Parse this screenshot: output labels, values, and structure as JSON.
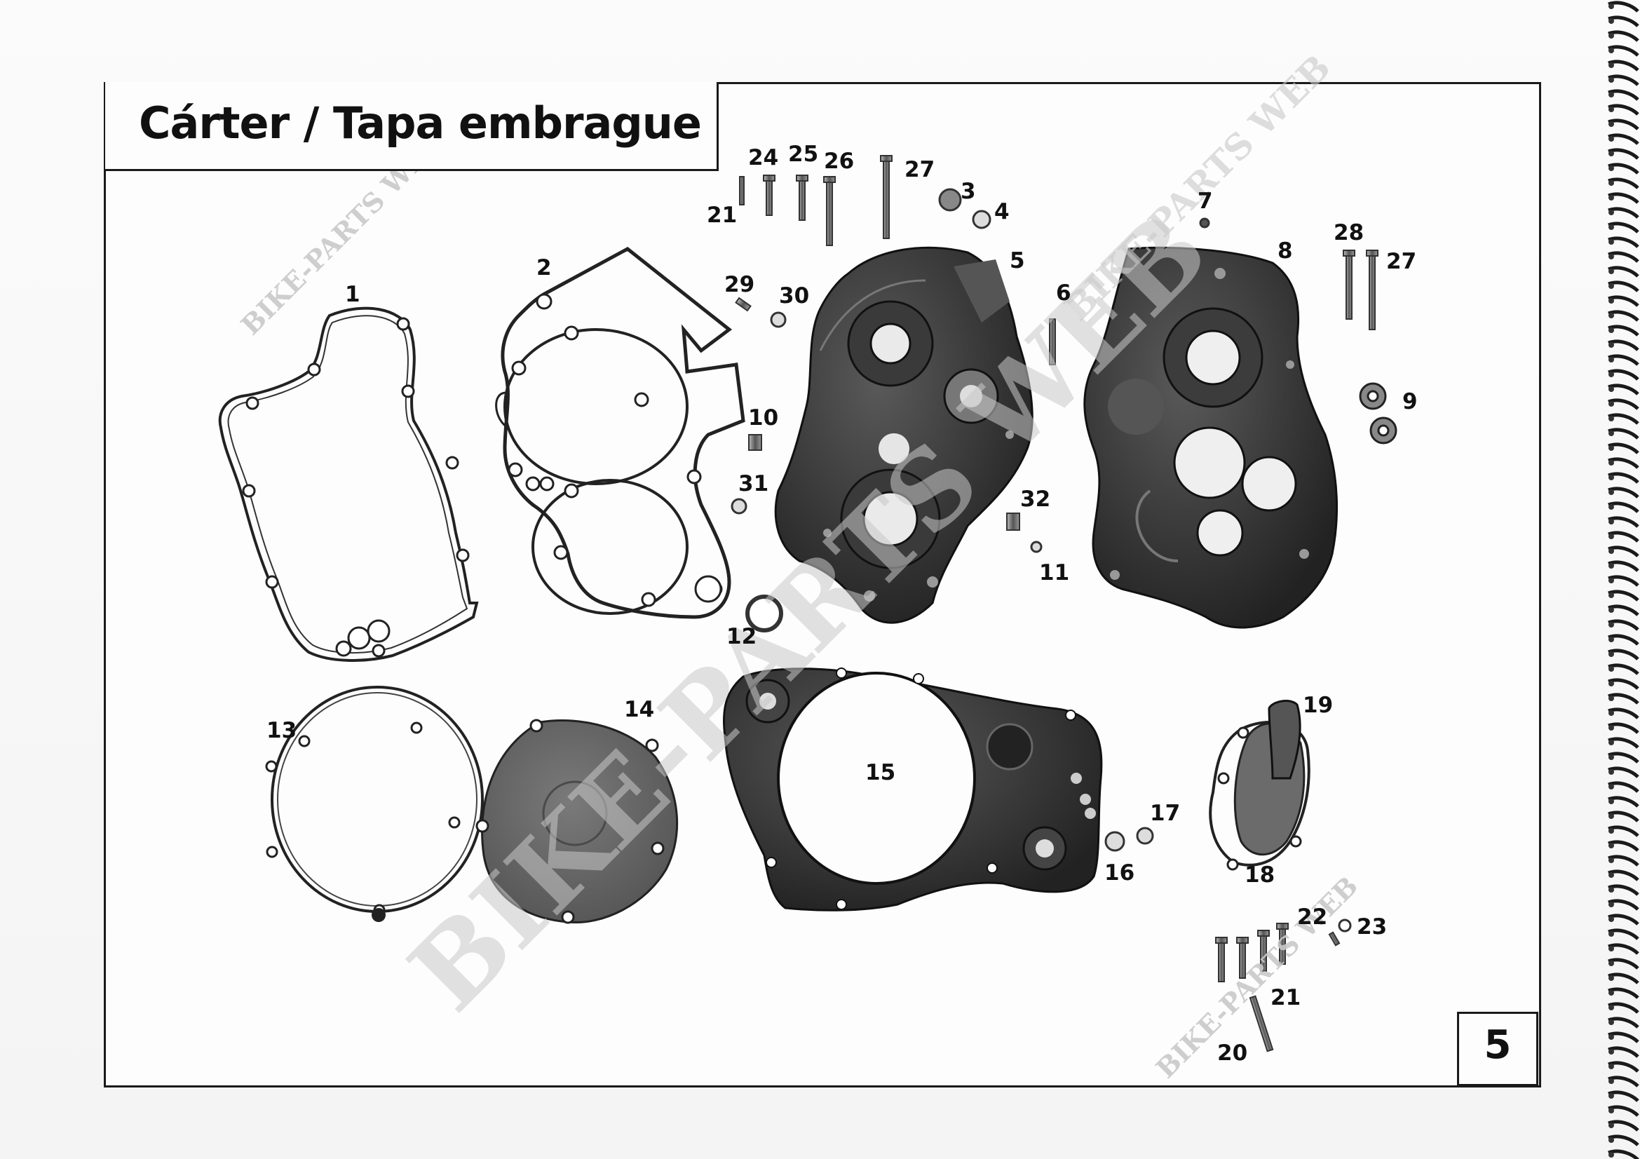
{
  "page": {
    "title": "Cárter / Tapa embrague",
    "page_number": "5"
  },
  "watermarks": {
    "main": "BIKE-PARTS WEB",
    "small_1": "BIKE-PARTS WEB",
    "small_2": "BIKE-PARTS WEB",
    "small_3": "BIKE-PARTS WEB"
  },
  "callouts": {
    "c1": "1",
    "c2": "2",
    "c3": "3",
    "c4": "4",
    "c5": "5",
    "c6": "6",
    "c7": "7",
    "c8": "8",
    "c9": "9",
    "c10": "10",
    "c11": "11",
    "c12": "12",
    "c13": "13",
    "c14": "14",
    "c15": "15",
    "c16": "16",
    "c17": "17",
    "c18": "18",
    "c19": "19",
    "c20": "20",
    "c21a": "21",
    "c21b": "21",
    "c22": "22",
    "c23": "23",
    "c24": "24",
    "c25": "25",
    "c26": "26",
    "c27a": "27",
    "c27b": "27",
    "c28": "28",
    "c29": "29",
    "c30": "30",
    "c31": "31",
    "c32": "32"
  },
  "colors": {
    "ink": "#111111",
    "casting_dark": "#2b2b2b",
    "casting_mid": "#4a4a4a",
    "cover_gray": "#6a6a6a",
    "watermark": "#c9c9c9"
  }
}
